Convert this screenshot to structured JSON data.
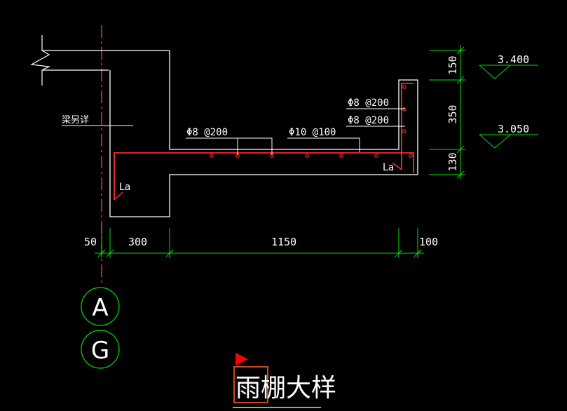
{
  "drawing": {
    "title": "雨棚大样",
    "beam_note": "梁另详",
    "rebar_labels": {
      "top_left": "Φ8 @200",
      "top_mid": "Φ10 @100",
      "upturn_1": "Φ8 @200",
      "upturn_2": "Φ8 @200"
    },
    "anchorage_left": "La",
    "anchorage_right": "La",
    "dimensions": {
      "bottom": [
        "50",
        "300",
        "1150",
        "100"
      ],
      "right": [
        "150",
        "350",
        "130"
      ]
    },
    "elevations": [
      "3.400",
      "3.050"
    ],
    "axes": [
      "A",
      "G"
    ]
  },
  "colors": {
    "background": "#000000",
    "outline": "#ffffff",
    "rebar": "#ff2a2a",
    "centerline": "#ff2a2a",
    "dimension": "#00e000",
    "axis_circle": "#00e000",
    "title_box": "#e0502a",
    "flag": "#ff0000"
  }
}
